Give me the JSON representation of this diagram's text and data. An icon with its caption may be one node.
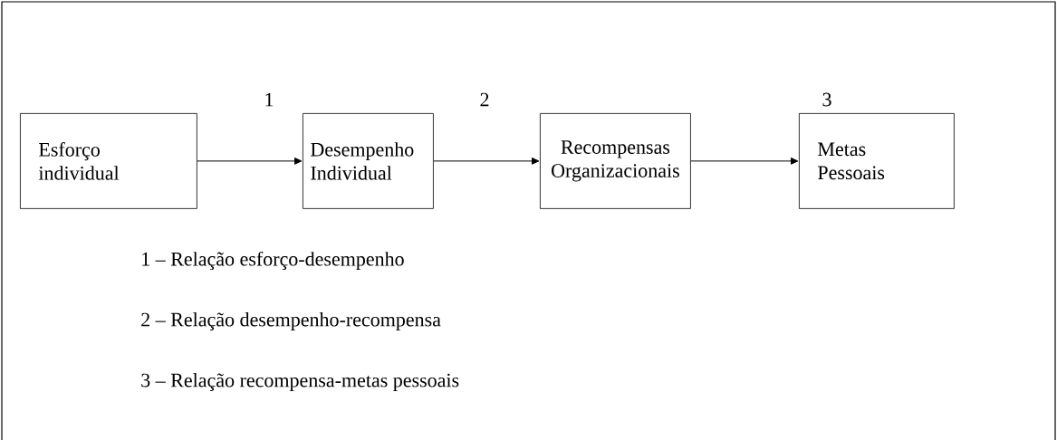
{
  "diagram": {
    "nodes": [
      {
        "text": [
          "Esforço individual"
        ]
      },
      {
        "text": [
          "Desempenho Individual"
        ]
      },
      {
        "text": [
          "Recompensas Organizacionais"
        ]
      },
      {
        "text": [
          "Metas Pessoais"
        ]
      }
    ],
    "edges": [
      {
        "from": 0,
        "to": 1,
        "arrow": "to",
        "label": "1"
      },
      {
        "from": 1,
        "to": 2,
        "arrow": "to",
        "label": "2"
      },
      {
        "from": 2,
        "to": 3,
        "arrow": "to",
        "label": "3"
      }
    ],
    "labels": [
      "1 – Relação esforço-desempenho",
      "2 – Relação desempenho-recompensa",
      "3 – Relação recompensa-metas pessoais"
    ]
  }
}
